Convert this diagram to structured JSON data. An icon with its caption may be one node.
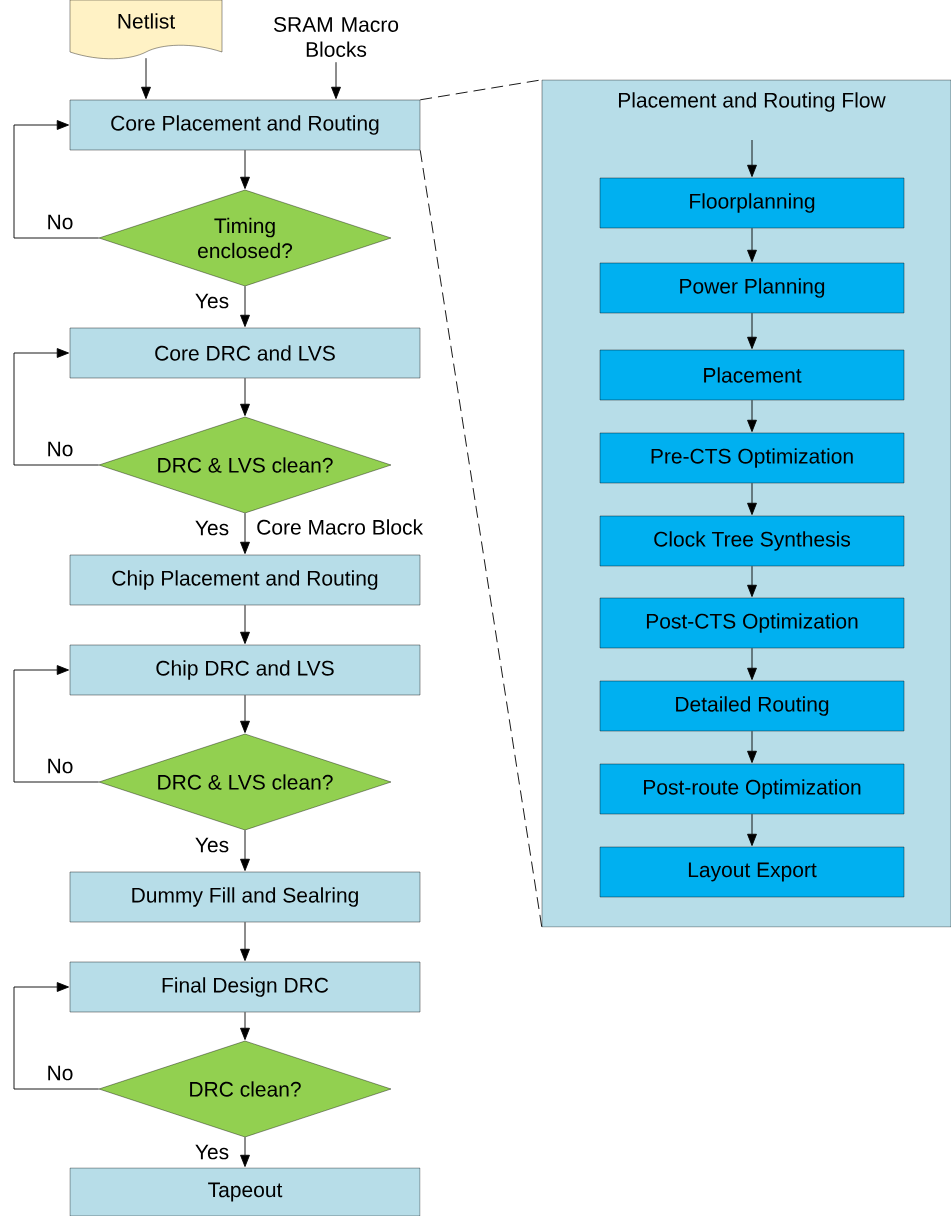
{
  "diagram": {
    "nodes": [
      {
        "text": [
          "Netlist"
        ]
      },
      {
        "text": [
          "SRAM Macro Blocks"
        ]
      },
      {
        "text": [
          "Core Placement and Routing"
        ]
      },
      {
        "text": [
          "Timing enclosed?"
        ]
      },
      {
        "text": [
          "Core DRC and LVS"
        ]
      },
      {
        "text": [
          "DRC & LVS clean?"
        ]
      },
      {
        "text": [
          "Chip Placement and Routing"
        ]
      },
      {
        "text": [
          "Chip DRC and LVS"
        ]
      },
      {
        "text": [
          "DRC & LVS clean?"
        ]
      },
      {
        "text": [
          "Dummy Fill and Sealring"
        ]
      },
      {
        "text": [
          "Final Design DRC"
        ]
      },
      {
        "text": [
          "DRC clean?"
        ]
      },
      {
        "text": [
          "Tapeout"
        ]
      },
      {
        "text": [
          "Placement and Routing Flow"
        ]
      },
      {
        "text": [
          "Floorplanning"
        ],
        "in": 13
      },
      {
        "text": [
          "Power Planning"
        ],
        "in": 13
      },
      {
        "text": [
          "Placement"
        ],
        "in": 13
      },
      {
        "text": [
          "Pre-CTS Optimization"
        ],
        "in": 13
      },
      {
        "text": [
          "Clock Tree Synthesis"
        ],
        "in": 13
      },
      {
        "text": [
          "Post-CTS Optimization"
        ],
        "in": 13
      },
      {
        "text": [
          "Detailed Routing"
        ],
        "in": 13
      },
      {
        "text": [
          "Post-route Optimization"
        ],
        "in": 13
      },
      {
        "text": [
          "Layout Export"
        ],
        "in": 13
      }
    ],
    "edges": [
      {
        "from": 0,
        "to": 2,
        "arrow": "to"
      },
      {
        "from": 1,
        "to": 2,
        "arrow": "to"
      },
      {
        "from": 2,
        "to": 13,
        "arrow": "none",
        "style": "dashed"
      },
      {
        "from": 2,
        "to": 13,
        "arrow": "none",
        "style": "dashed"
      },
      {
        "from": 2,
        "to": 3,
        "arrow": "to"
      },
      {
        "from": 3,
        "to": 2,
        "arrow": "to",
        "label": "No"
      },
      {
        "from": 3,
        "to": 4,
        "arrow": "to",
        "label": "Yes"
      },
      {
        "from": 4,
        "to": 5,
        "arrow": "to"
      },
      {
        "from": 5,
        "to": 4,
        "arrow": "to",
        "label": "No"
      },
      {
        "from": 5,
        "to": 6,
        "arrow": "to",
        "label": "Yes"
      },
      {
        "from": 6,
        "to": 7,
        "arrow": "to"
      },
      {
        "from": 7,
        "to": 8,
        "arrow": "to"
      },
      {
        "from": 8,
        "to": 7,
        "arrow": "to",
        "label": "No"
      },
      {
        "from": 8,
        "to": 9,
        "arrow": "to",
        "label": "Yes"
      },
      {
        "from": 9,
        "to": 10,
        "arrow": "to"
      },
      {
        "from": 10,
        "to": 11,
        "arrow": "to"
      },
      {
        "from": 11,
        "to": 10,
        "arrow": "to",
        "label": "No"
      },
      {
        "from": 11,
        "to": 12,
        "arrow": "to",
        "label": "Yes"
      },
      {
        "from": null,
        "to": 14,
        "arrow": "to"
      },
      {
        "from": 14,
        "to": 15,
        "arrow": "to"
      },
      {
        "from": 15,
        "to": 16,
        "arrow": "to"
      },
      {
        "from": 16,
        "to": 17,
        "arrow": "to"
      },
      {
        "from": 17,
        "to": 18,
        "arrow": "to"
      },
      {
        "from": 18,
        "to": 19,
        "arrow": "to"
      },
      {
        "from": 19,
        "to": 20,
        "arrow": "to"
      },
      {
        "from": 20,
        "to": 21,
        "arrow": "to"
      },
      {
        "from": 21,
        "to": 22,
        "arrow": "to"
      }
    ],
    "labels": [
      "Core Macro Block"
    ]
  }
}
